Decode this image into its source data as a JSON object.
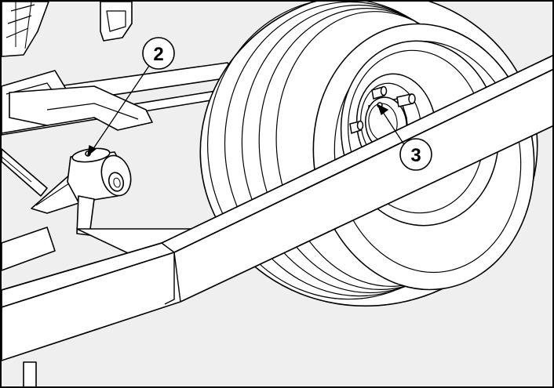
{
  "figure": {
    "background": "#efefef",
    "frame_color": "#000000",
    "line_color": "#000000",
    "fill_color": "#ffffff",
    "callouts": [
      {
        "id": "callout-2",
        "label": "2"
      },
      {
        "id": "callout-3",
        "label": "3"
      }
    ]
  }
}
